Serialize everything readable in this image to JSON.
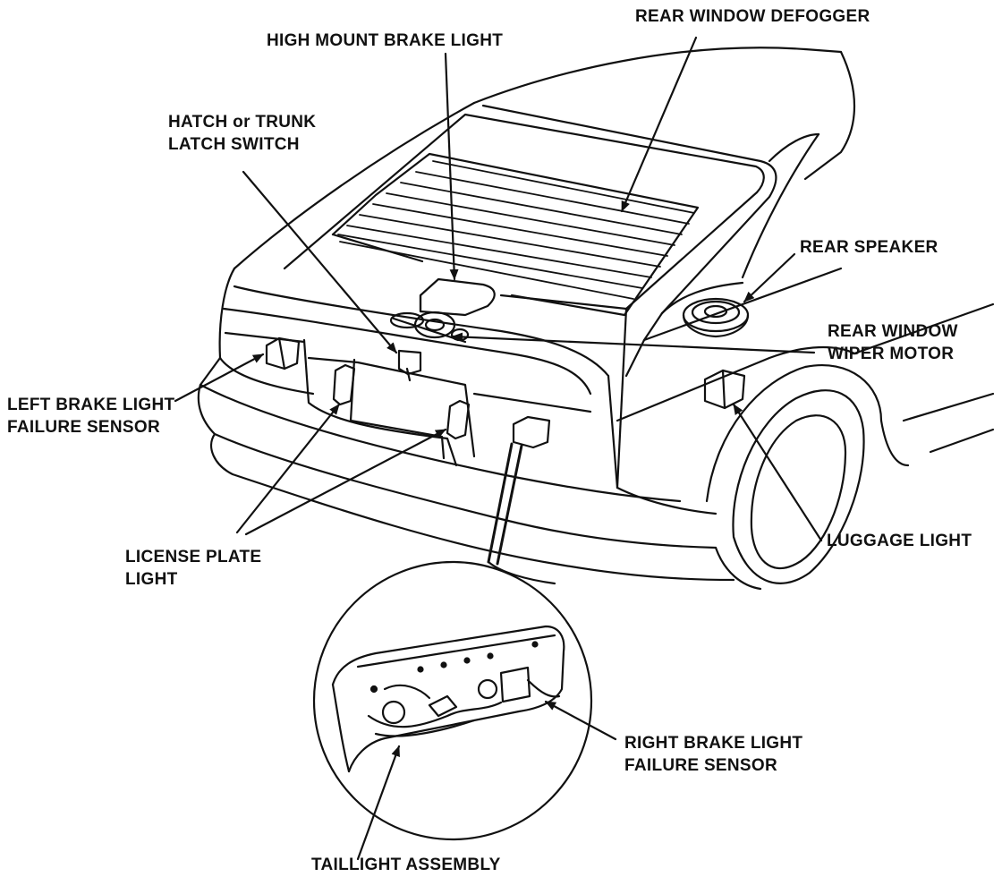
{
  "labels": {
    "rear_window_defogger": [
      "REAR WINDOW DEFOGGER"
    ],
    "high_mount_brake_light": [
      "HIGH MOUNT BRAKE LIGHT"
    ],
    "hatch_latch_switch": [
      "HATCH or TRUNK",
      "LATCH SWITCH"
    ],
    "rear_speaker": [
      "REAR SPEAKER"
    ],
    "rear_window_wiper_motor": [
      "REAR WINDOW",
      "WIPER MOTOR"
    ],
    "left_brake_light_sensor": [
      "LEFT BRAKE LIGHT",
      "FAILURE SENSOR"
    ],
    "license_plate_light": [
      "LICENSE PLATE",
      "LIGHT"
    ],
    "luggage_light": [
      "LUGGAGE LIGHT"
    ],
    "right_brake_light_sensor": [
      "RIGHT BRAKE LIGHT",
      "FAILURE SENSOR"
    ],
    "taillight_assembly": [
      "TAILLIGHT ASSEMBLY"
    ]
  },
  "colors": {
    "ink": "#111111",
    "background": "#ffffff"
  }
}
